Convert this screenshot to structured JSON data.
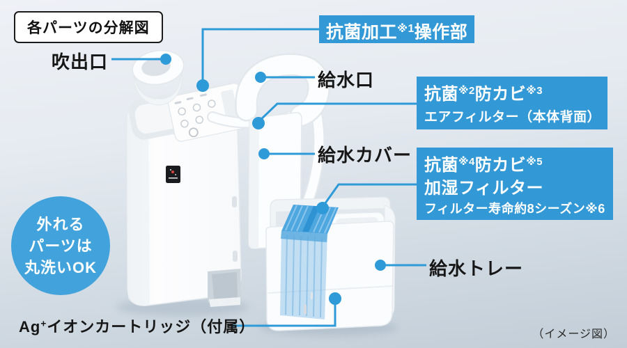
{
  "title": "各パーツの分解図",
  "image_note": "（イメージ図）",
  "colors": {
    "accent_blue": "#3399d6",
    "circle_blue": "#42a3dc",
    "background_top": "#eef1f6",
    "background_bottom": "#c2cdd7",
    "label_text": "#161616",
    "callout_text": "#ffffff"
  },
  "labels": {
    "outlet": "吹出口",
    "inlet": "給水口",
    "cover": "給水カバー",
    "tray": "給水トレー",
    "ag": {
      "base": "Ag",
      "sup": "+",
      "rest": "イオンカートリッジ（付属）"
    }
  },
  "callouts": {
    "operation": {
      "p1": "抗菌加工",
      "s1": "※1",
      "p2": "操作部"
    },
    "air_filter": {
      "p1": "抗菌",
      "s1": "※2",
      "p2": "防カビ",
      "s2": "※3",
      "line2": "エアフィルター（本体背面）"
    },
    "humid_filter": {
      "p1": "抗菌",
      "s1": "※4",
      "p2": "防カビ",
      "s2": "※5",
      "line2": "加湿フィルター",
      "line3": "フィルター寿命約8シーズン※6"
    }
  },
  "washable_badge": {
    "line1": "外れる",
    "line2": "パーツは",
    "line3": "丸洗いOK"
  }
}
